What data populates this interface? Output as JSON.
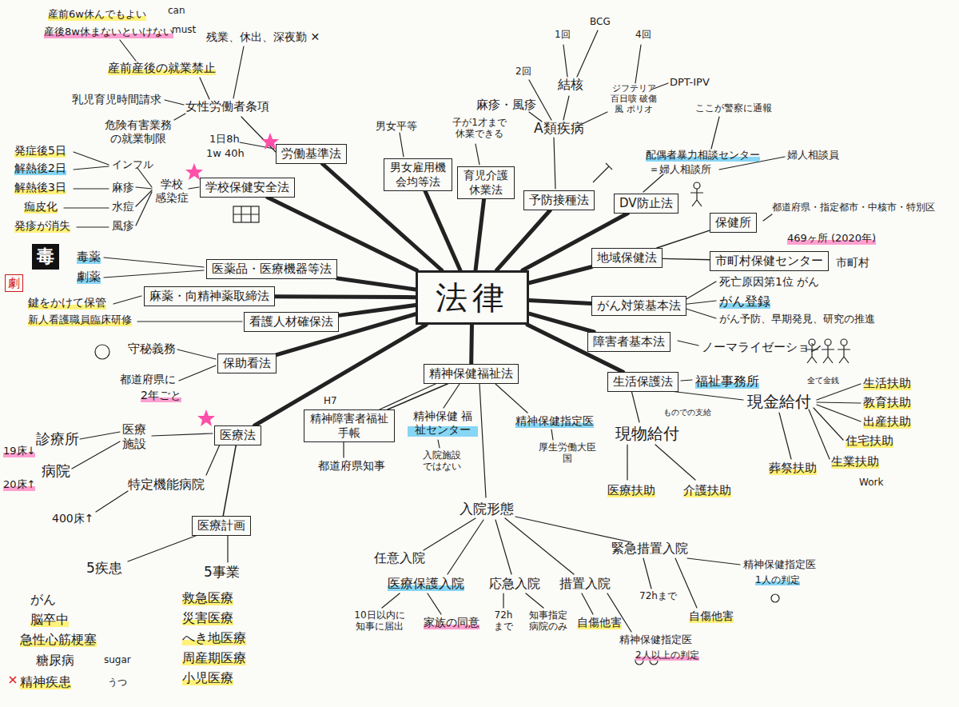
{
  "diagram": {
    "nodes": [
      {
        "text": [
          "法律"
        ]
      },
      {
        "text": [
          "労働基準法"
        ]
      },
      {
        "text": [
          "男女雇用機会均等法"
        ]
      },
      {
        "text": [
          "育児介護休業法"
        ]
      },
      {
        "text": [
          "予防接種法"
        ]
      },
      {
        "text": [
          "DV防止法"
        ]
      },
      {
        "text": [
          "地域保健法"
        ]
      },
      {
        "text": [
          "保健所"
        ]
      },
      {
        "text": [
          "市町村保健センター"
        ]
      },
      {
        "text": [
          "がん対策基本法"
        ]
      },
      {
        "text": [
          "障害者基本法"
        ]
      },
      {
        "text": [
          "生活保護法"
        ]
      },
      {
        "text": [
          "精神保健福祉法"
        ]
      },
      {
        "text": [
          "精神障害者福祉手帳"
        ]
      },
      {
        "text": [
          "医療法"
        ]
      },
      {
        "text": [
          "医療計画"
        ]
      },
      {
        "text": [
          "保助看法"
        ]
      },
      {
        "text": [
          "看護人材確保法"
        ]
      },
      {
        "text": [
          "麻薬・向精神薬取締法"
        ]
      },
      {
        "text": [
          "医薬品・医療機器等法"
        ]
      },
      {
        "text": [
          "学校保健安全法"
        ]
      }
    ],
    "edges": [
      {
        "from": 0,
        "to": 1,
        "arrow": "none"
      },
      {
        "from": 0,
        "to": 2,
        "arrow": "none"
      },
      {
        "from": 0,
        "to": 3,
        "arrow": "none"
      },
      {
        "from": 0,
        "to": 4,
        "arrow": "none"
      },
      {
        "from": 0,
        "to": 5,
        "arrow": "none"
      },
      {
        "from": 0,
        "to": 6,
        "arrow": "none"
      },
      {
        "from": 0,
        "to": 9,
        "arrow": "none"
      },
      {
        "from": 0,
        "to": 10,
        "arrow": "none"
      },
      {
        "from": 0,
        "to": 11,
        "arrow": "none"
      },
      {
        "from": 0,
        "to": 12,
        "arrow": "none"
      },
      {
        "from": 0,
        "to": 14,
        "arrow": "none"
      },
      {
        "from": 0,
        "to": 16,
        "arrow": "none"
      },
      {
        "from": 0,
        "to": 17,
        "arrow": "none"
      },
      {
        "from": 0,
        "to": 18,
        "arrow": "none"
      },
      {
        "from": 0,
        "to": 19,
        "arrow": "none"
      },
      {
        "from": 0,
        "to": 20,
        "arrow": "none"
      },
      {
        "from": 6,
        "to": 7,
        "arrow": "none"
      },
      {
        "from": 6,
        "to": 8,
        "arrow": "none"
      },
      {
        "from": 14,
        "to": 15,
        "arrow": "none"
      },
      {
        "from": 12,
        "to": 13,
        "arrow": "none"
      }
    ],
    "labels": [
      "産前6w休んでもよい",
      "can",
      "産後8w休まないといけない",
      "must",
      "残業、休出、深夜勤 ✕",
      "産前産後の就業禁止",
      "乳児育児時間請求",
      "女性労働者条項",
      "危険有害業務 の就業制限",
      "1日8h",
      "1w 40h",
      "発症後5日",
      "インフル",
      "解熱後2日",
      "解熱後3日",
      "麻疹",
      "痂皮化",
      "水痘",
      "発疹が消失",
      "風疹",
      "学校 感染症",
      "毒",
      "劇",
      "毒薬",
      "劇薬",
      "鍵をかけて保管",
      "新人看護職員臨床研修",
      "守秘義務",
      "都道府県に",
      "2年ごと",
      "医療 施設",
      "診療所",
      "19床↓",
      "病院",
      "20床↑",
      "特定機能病院",
      "400床↑",
      "5疾患",
      "5事業",
      "がん",
      "脳卒中",
      "急性心筋梗塞",
      "糖尿病",
      "sugar",
      "精神疾患",
      "うつ",
      "救急医療",
      "災害医療",
      "へき地医療",
      "周産期医療",
      "小児医療",
      "男女平等",
      "子が1才まで 休業できる",
      "麻疹・風疹",
      "2回",
      "結核",
      "1回",
      "BCG",
      "4回",
      "ジフテリア 百日咳 破傷風 ポリオ",
      "DPT-IPV",
      "A類疾病",
      "ここが警察に通報",
      "配偶者暴力相談センター",
      "＝婦人相談所",
      "婦人相談員",
      "都道府県・指定都市・中核市・特別区",
      "469ヶ所 (2020年)",
      "市町村",
      "死亡原因第1位 がん",
      "がん登録",
      "がん予防、早期発見、研究の推進",
      "ノーマライゼーション",
      "福祉事務所",
      "全て金銭",
      "現金給付",
      "生活扶助",
      "教育扶助",
      "出産扶助",
      "住宅扶助",
      "生業扶助",
      "葬祭扶助",
      "Work",
      "ものでの支給",
      "現物給付",
      "医療扶助",
      "介護扶助",
      "H7",
      "都道府県知事",
      "精神保健 福祉センター",
      "入院施設 ではない",
      "精神保健指定医",
      "厚生労働大臣 国",
      "入院形態",
      "任意入院",
      "医療保護入院",
      "応急入院",
      "措置入院",
      "緊急措置入院",
      "10日以内に 知事に届出",
      "家族の同意",
      "72hまで",
      "知事指定 病院のみ",
      "自傷他害",
      "精神保健指定医",
      "2人以上の判定",
      "精神保健指定医",
      "1人の判定",
      "72hまで",
      "自傷他害"
    ]
  }
}
